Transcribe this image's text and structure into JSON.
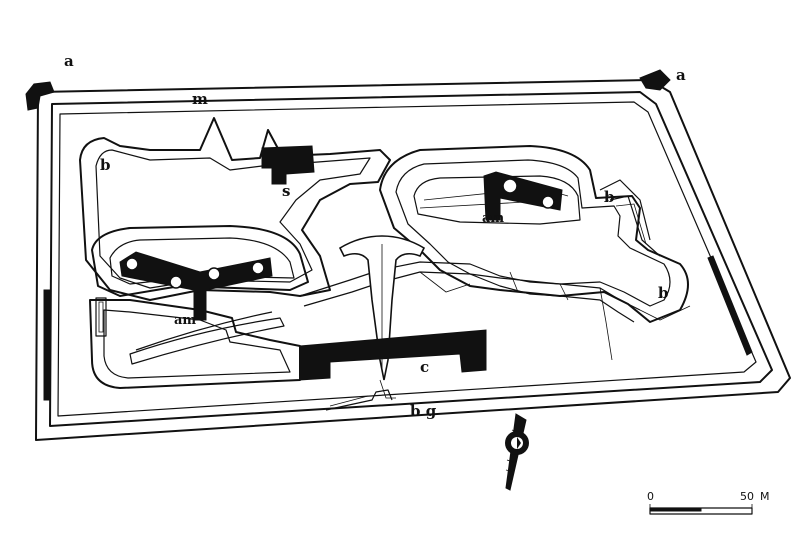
{
  "labels": {
    "corner_nw": "a",
    "corner_ne": "a",
    "outer_wall": "m",
    "bastion_nw": "b",
    "bastion_ne": "b",
    "bastion_e": "b",
    "central_building": "c",
    "gate": "b g",
    "structure_s": "s",
    "ammo_east": "am",
    "ammo_west": "am"
  },
  "scale": {
    "start": "0",
    "end": "50",
    "unit": "M"
  },
  "colors": {
    "ink": "#111111",
    "paper": "#ffffff"
  },
  "compass_icon": "north-arrow-icon"
}
